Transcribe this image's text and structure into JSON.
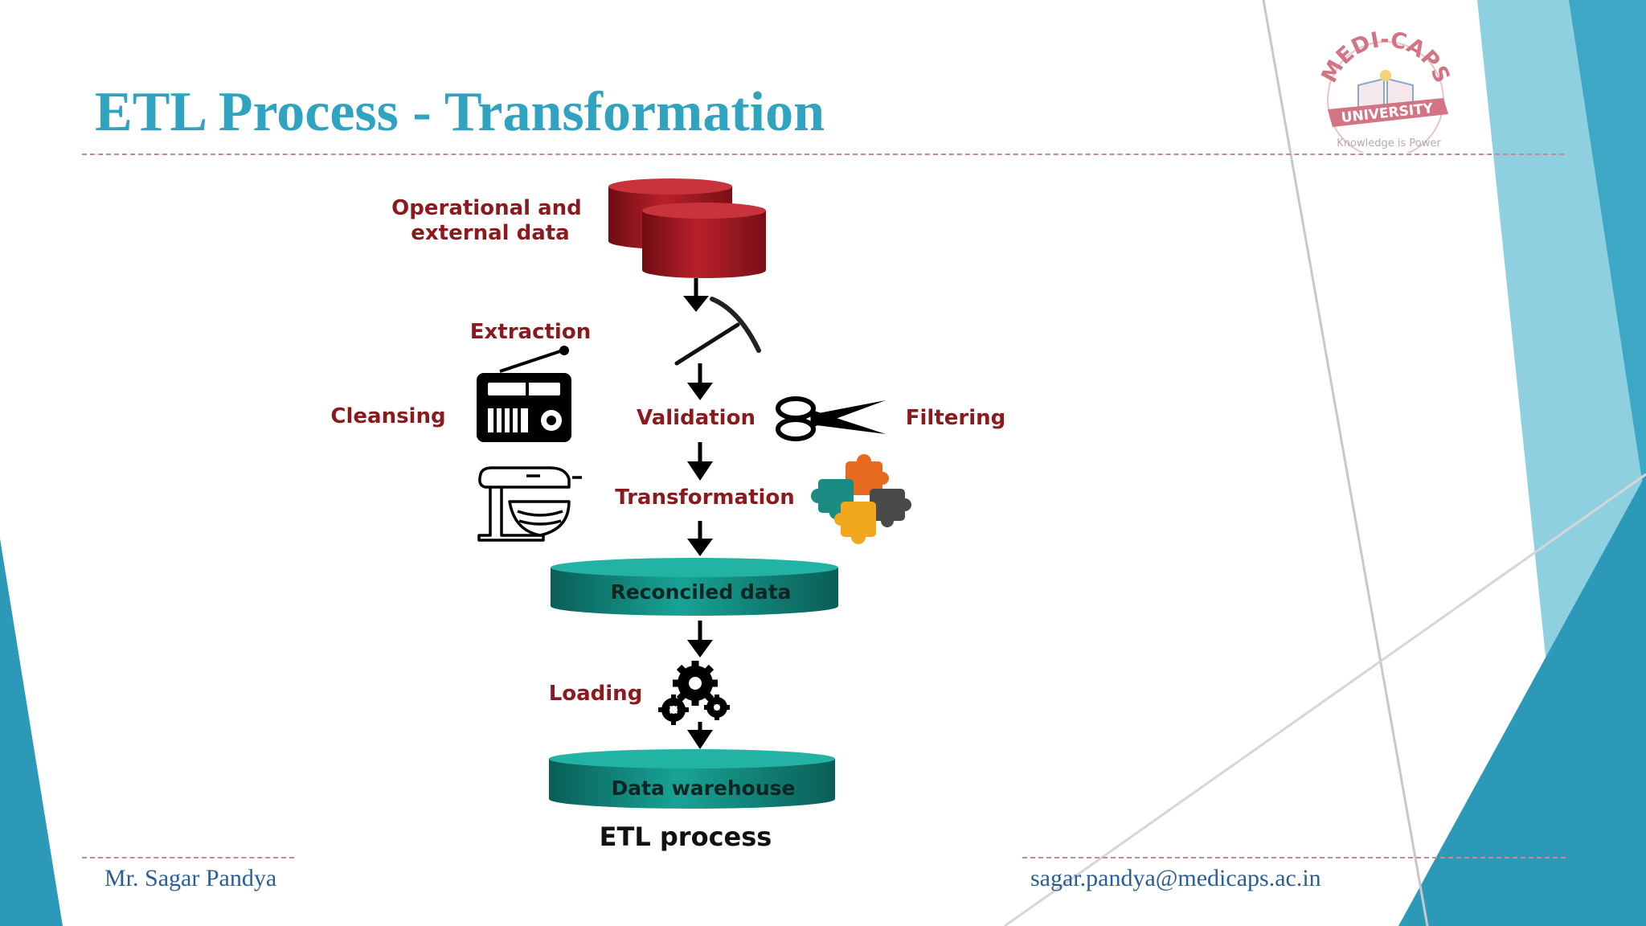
{
  "slide": {
    "title": "ETL Process - Transformation",
    "footer_left": "Mr. Sagar Pandya",
    "footer_right": "sagar.pandya@medicaps.ac.in"
  },
  "logo": {
    "arc_text": "MEDI-CAPS",
    "banner_text": "UNIVERSITY",
    "tagline": "Knowledge is Power"
  },
  "diagram": {
    "labels": {
      "source": [
        "Operational and",
        "external data"
      ],
      "extraction": "Extraction",
      "cleansing": "Cleansing",
      "validation": "Validation",
      "filtering": "Filtering",
      "transformation": "Transformation",
      "reconciled": "Reconciled data",
      "loading": "Loading",
      "warehouse": "Data warehouse",
      "caption": "ETL process"
    },
    "icons": {
      "source": "database-cylinders-icon",
      "extraction": "pickaxe-icon",
      "cleansing": "radio-icon",
      "filtering": "scissors-icon",
      "transformation_left": "stand-mixer-icon",
      "transformation_right": "puzzle-pieces-icon",
      "loading": "gears-icon"
    },
    "colors": {
      "label": "#8a1a1e",
      "source_cylinder": "#a0151e",
      "teal_cylinder": "#138a80",
      "arrow": "#000000"
    }
  },
  "theme": {
    "title_color": "#2fa3c0",
    "footer_color": "#2a5e96",
    "accent_light": "#8ecfe0",
    "accent_dark": "#2d99b9",
    "rule_color": "#c98a8e"
  }
}
